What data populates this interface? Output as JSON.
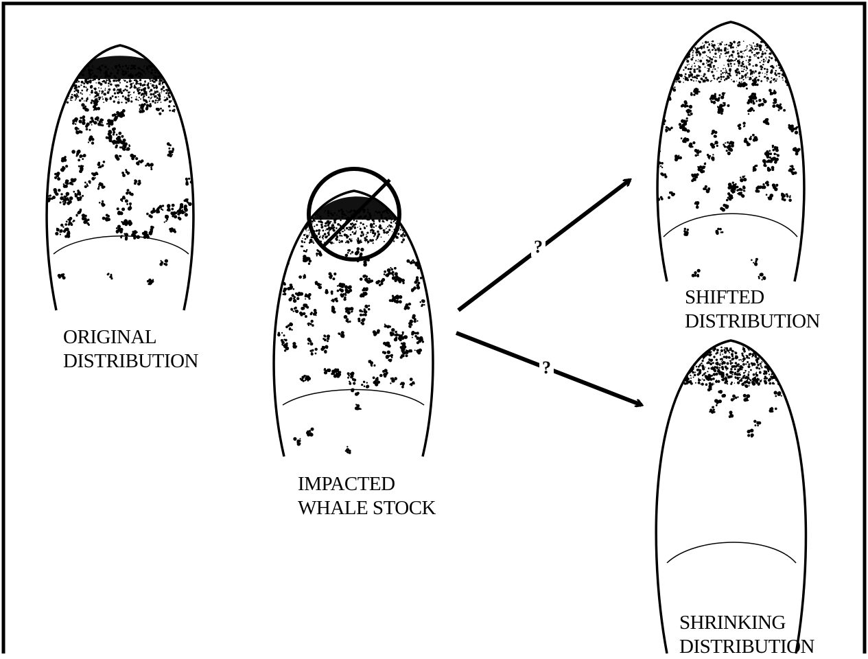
{
  "colors": {
    "ink": "#000000",
    "paper": "#ffffff"
  },
  "labels": {
    "original": [
      "ORIGINAL",
      "DISTRIBUTION"
    ],
    "impacted": [
      "IMPACTED",
      "WHALE STOCK"
    ],
    "shifted": [
      "SHIFTED",
      "DISTRIBUTION"
    ],
    "shrinking": [
      "SHRINKING",
      "DISTRIBUTION"
    ]
  },
  "arrows": {
    "to_shifted": {
      "label": "?"
    },
    "to_shrinking": {
      "label": "?"
    }
  }
}
